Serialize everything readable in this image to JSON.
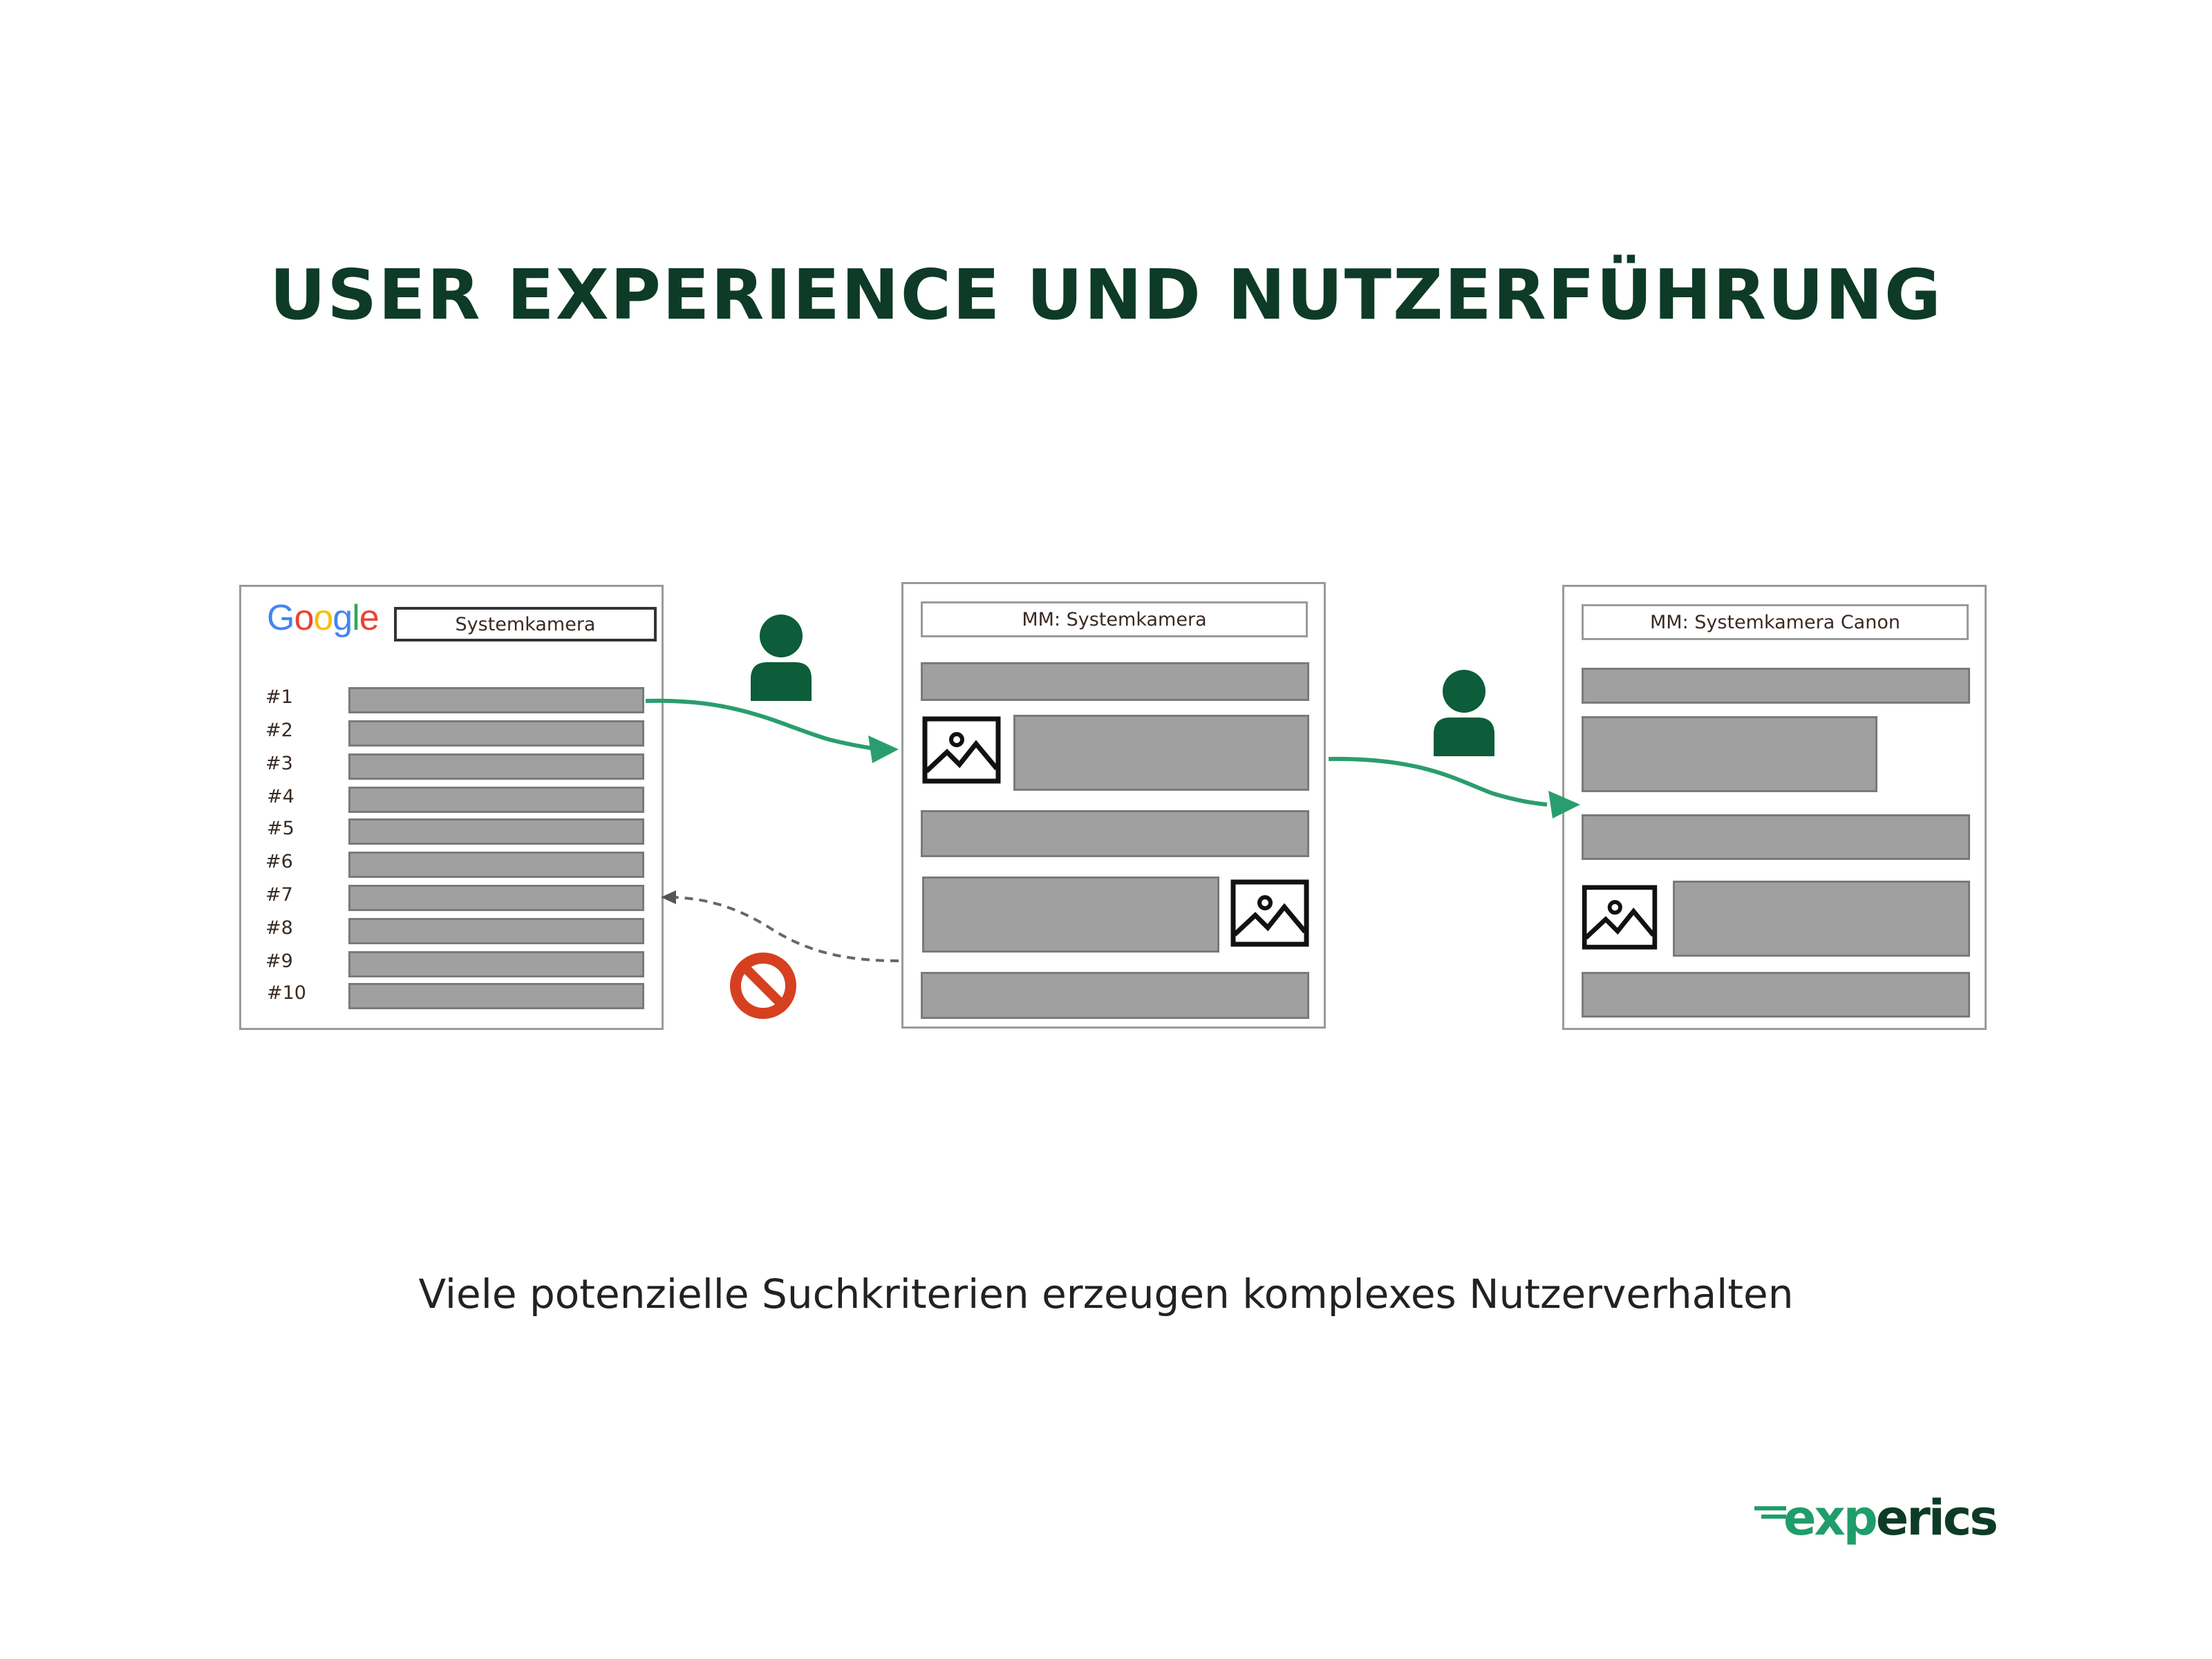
{
  "title": "USER EXPERIENCE UND NUTZERFÜHRUNG",
  "subtitle": "Viele potenzielle Suchkriterien erzeugen komplexes Nutzerverhalten",
  "colors": {
    "title": "#0d3b28",
    "arrow": "#2a9d6f",
    "user_icon": "#0d5c3a",
    "block_icon": "#d64020",
    "placeholder": "#a0a0a0"
  },
  "google_panel": {
    "logo_letters": [
      "G",
      "o",
      "o",
      "g",
      "l",
      "e"
    ],
    "search_query": "Systemkamera",
    "ranks": [
      "#1",
      "#2",
      "#3",
      "#4",
      "#5",
      "#6",
      "#7",
      "#8",
      "#9",
      "#10"
    ]
  },
  "page_two": {
    "search_query": "MM: Systemkamera"
  },
  "page_three": {
    "search_query": "MM: Systemkamera Canon"
  },
  "icons": [
    "user-icon",
    "user-icon",
    "no-entry-icon",
    "image-icon"
  ],
  "logo": {
    "prefix": "exp",
    "suffix": "erics"
  }
}
